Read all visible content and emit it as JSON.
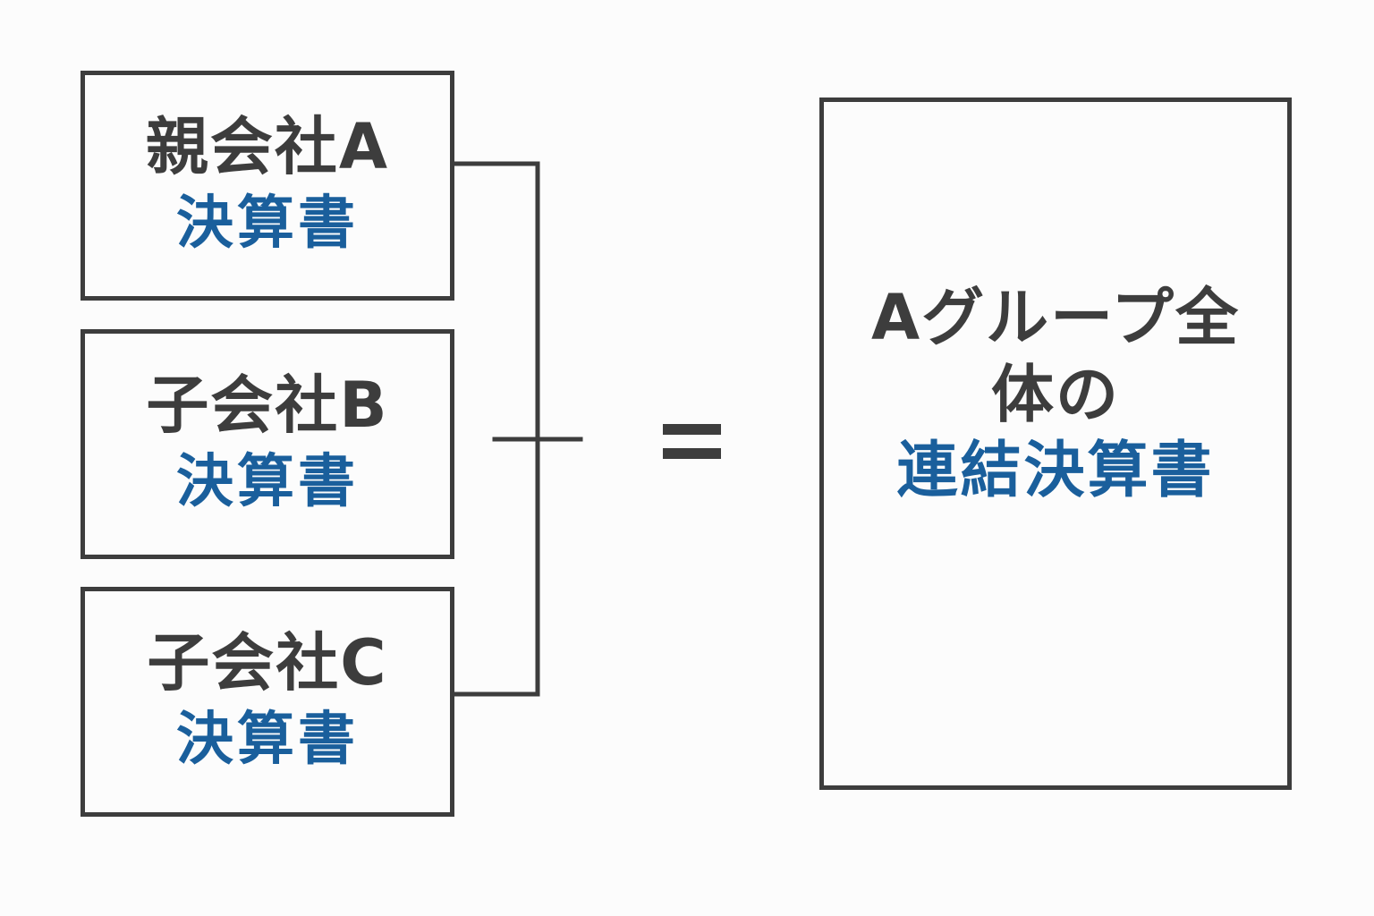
{
  "companies": [
    {
      "name": "親会社A",
      "document": "決算書"
    },
    {
      "name": "子会社B",
      "document": "決算書"
    },
    {
      "name": "子会社C",
      "document": "決算書"
    }
  ],
  "result": {
    "line1": "Aグループ全",
    "line2": "体の",
    "document": "連結決算書"
  },
  "colors": {
    "outline": "#3d3d3d",
    "accent_text": "#1a5f9c",
    "background": "#fcfcfc"
  }
}
